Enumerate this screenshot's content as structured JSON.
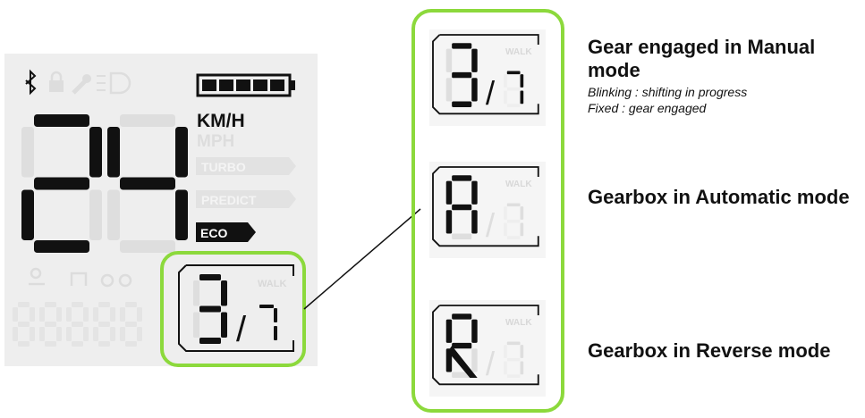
{
  "display": {
    "speed": "24",
    "speed_unit_active": "KM/H",
    "speed_unit_inactive": "MPH",
    "mode_turbo": "TURBO",
    "mode_predict": "PREDICT",
    "mode_active": "ECO",
    "walk_label": "WALK",
    "gear_display": "3",
    "gear_total": "7",
    "battery_level": 1.0
  },
  "gear_states": [
    {
      "symbol": "3",
      "title": "Gear engaged in Manual mode",
      "details": [
        "Blinking : shifting in progress",
        "Fixed : gear engaged"
      ]
    },
    {
      "symbol": "A",
      "title": "Gearbox in Automatic mode",
      "details": []
    },
    {
      "symbol": "R",
      "title": "Gearbox in Reverse mode",
      "details": []
    }
  ],
  "colors": {
    "highlight": "#8cd93c",
    "segment_on": "#111111",
    "segment_off": "#dedede",
    "panel_bg": "#eeeeee"
  }
}
